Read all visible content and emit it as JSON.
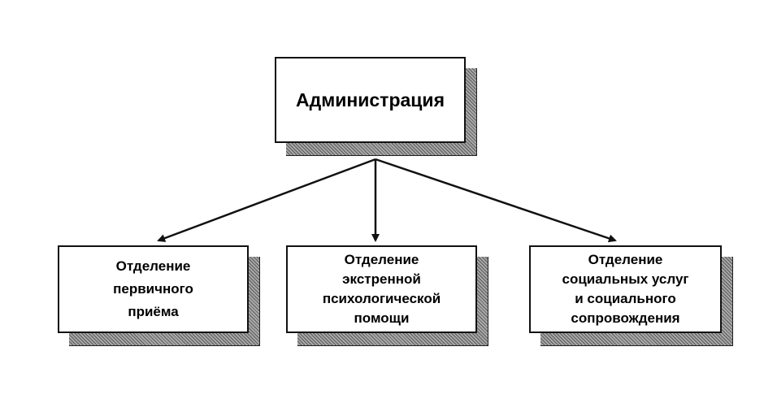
{
  "diagram": {
    "root": {
      "label": "Администрация"
    },
    "departments": [
      {
        "label": "Отделение\nпервичного\nприёма"
      },
      {
        "label": "Отделение\nэкстренной\nпсихологической\nпомощи"
      },
      {
        "label": "Отделение\nсоциальных услуг\nи социального\nсопровождения"
      }
    ],
    "colors": {
      "line": "#111111",
      "box_border": "#111111",
      "box_fill": "#ffffff",
      "shadow": "#7a7a7a"
    }
  }
}
